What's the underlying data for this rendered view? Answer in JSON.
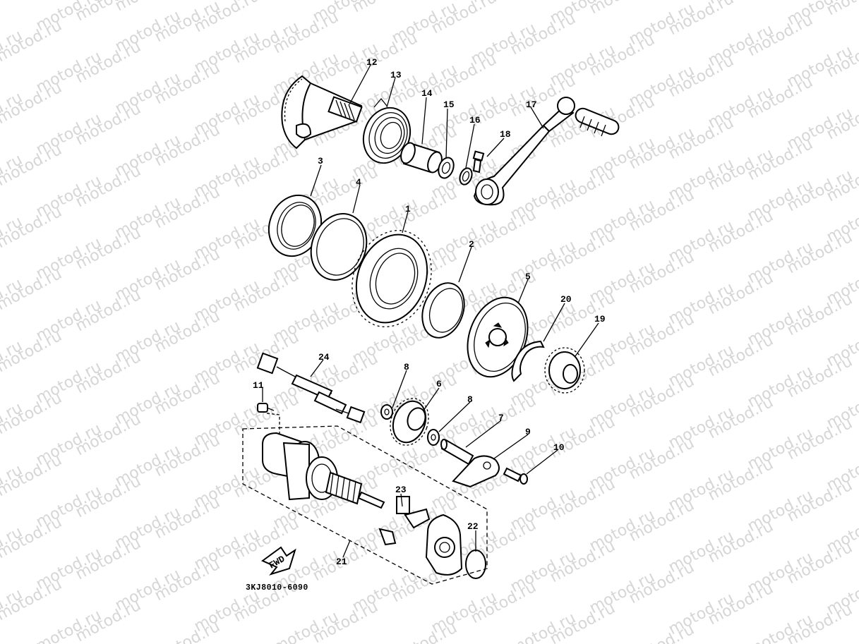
{
  "watermark": {
    "text": "motod.ru",
    "color": "#d6d6d6"
  },
  "diagram": {
    "part_code": "3KJ8010-6090",
    "fwd_label": "FWD",
    "callouts": [
      "1",
      "2",
      "3",
      "4",
      "5",
      "6",
      "7",
      "8",
      "8",
      "9",
      "10",
      "11",
      "12",
      "13",
      "14",
      "15",
      "16",
      "17",
      "18",
      "19",
      "20",
      "21",
      "22",
      "23",
      "24"
    ]
  }
}
